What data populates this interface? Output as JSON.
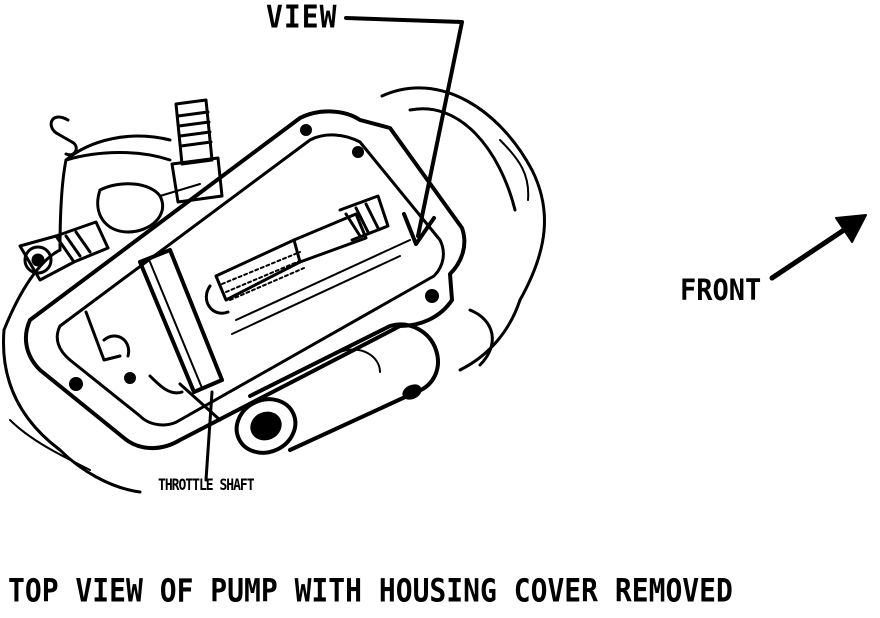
{
  "labels": {
    "view": "VIEW",
    "front": "FRONT",
    "throttle_shaft": "THROTTLE SHAFT"
  },
  "caption": "TOP VIEW OF PUMP WITH HOUSING COVER REMOVED"
}
